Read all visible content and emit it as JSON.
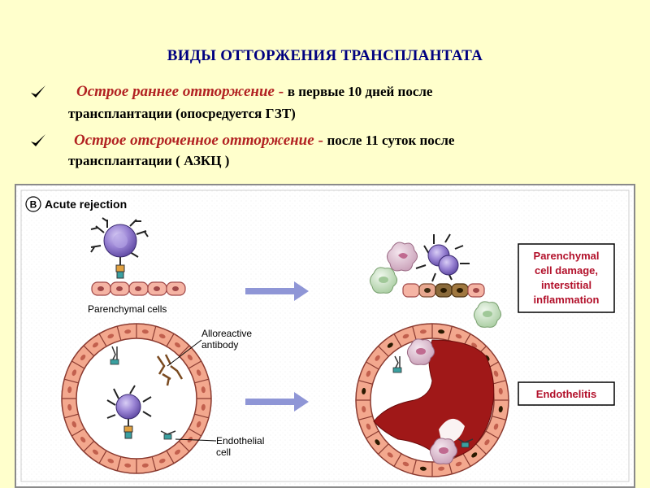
{
  "slide": {
    "title": "ВИДЫ ОТТОРЖЕНИЯ ТРАНСПЛАНТАТА",
    "bullets": [
      {
        "term": "Острое раннее отторжение",
        "separator": " - ",
        "text_line1": "в первые 10 дней после",
        "text_line2": "трансплантации   (опосредуется ГЗТ)"
      },
      {
        "term": "Острое отсроченное отторжение",
        "separator": " - ",
        "text_line1": "после 11 суток после",
        "text_line2": "трансплантации ( АЗКЦ )"
      }
    ],
    "check_icon": "checkmark-icon"
  },
  "figure": {
    "panel_letter": "B",
    "panel_title": "Acute rejection",
    "labels": {
      "parenchymal_cells": "Parenchymal cells",
      "alloreactive_antibody_line1": "Alloreactive",
      "alloreactive_antibody_line2": "antibody",
      "endothelial_cell_line1": "Endothelial",
      "endothelial_cell_line2": "cell"
    },
    "result_boxes": {
      "parenchymal": [
        "Parenchymal",
        "cell damage,",
        "interstitial",
        "inflammation"
      ],
      "endothelitis": "Endothelitis"
    },
    "colors": {
      "background": "#ffffcc",
      "title": "#000080",
      "term": "#b22222",
      "box_text": "#b2102a",
      "lymphocyte": "#8a72c8",
      "cell_fill": "#f2a98f",
      "blood": "#a01818",
      "arrow": "#8f96d6"
    }
  }
}
